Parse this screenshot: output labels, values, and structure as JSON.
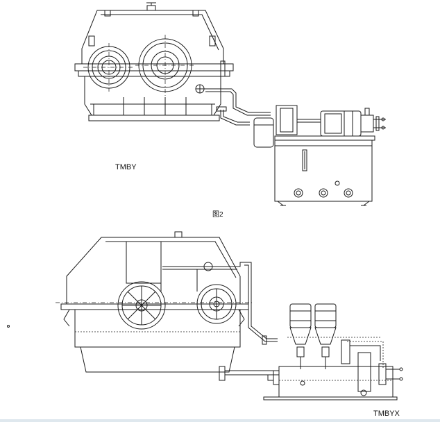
{
  "labels": {
    "top_model": "TMBY",
    "figure_caption": "图2",
    "bottom_model": "TMBYX"
  },
  "colors": {
    "line": "#1a1a1a",
    "background": "#ffffff",
    "bottom_strip": "#dfe8ee"
  }
}
